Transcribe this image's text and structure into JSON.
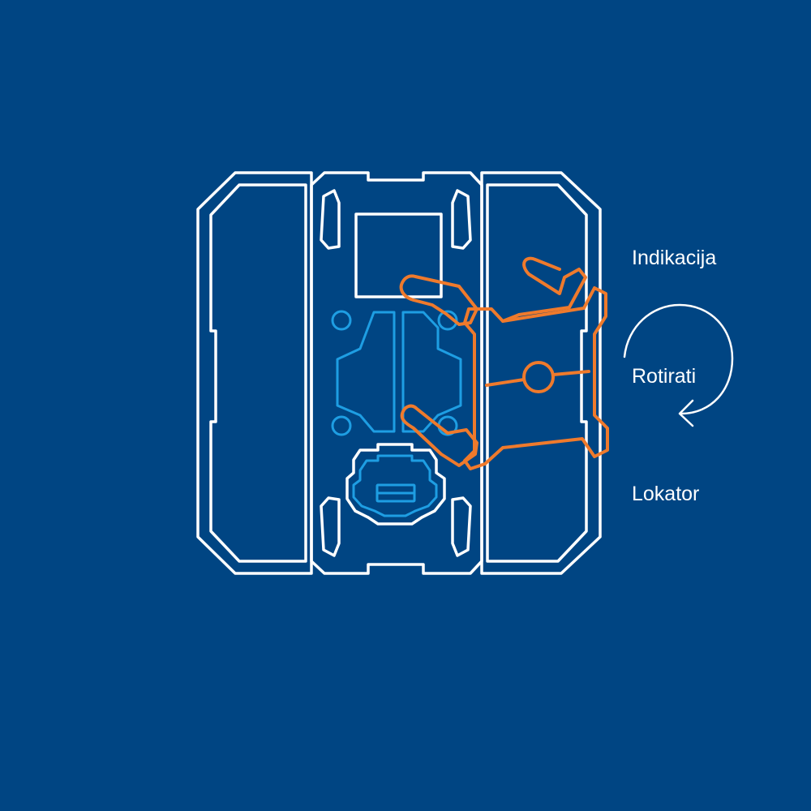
{
  "labels": {
    "indication": "Indikacija",
    "rotate": "Rotirati",
    "locator": "Lokator"
  },
  "colors": {
    "background": "#004583",
    "outline": "#ffffff",
    "internal": "#1e9ee3",
    "tool": "#ef7a2c"
  },
  "icons": {
    "rotate": "rotate-arrow-icon"
  }
}
